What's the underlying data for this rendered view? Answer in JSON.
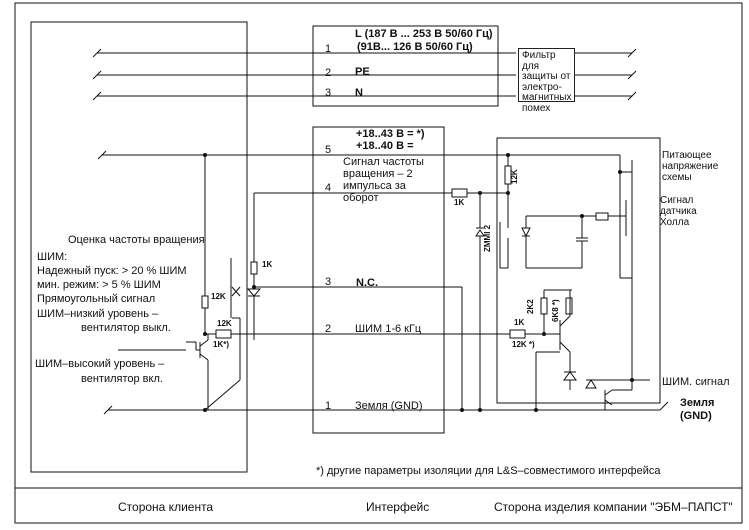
{
  "supply": {
    "line1": "L (187 В ... 253 В  50/60 Гц)",
    "line2": "(91В... 126 В  50/60 Гц)",
    "pe": "PE",
    "n": "N",
    "filter": "Фильтр для защиты от электро-магнитных помех"
  },
  "interface": {
    "pins": [
      "1",
      "2",
      "3",
      "5",
      "4",
      "3",
      "2",
      "1"
    ],
    "voltage1": "+18..43 В =  *)",
    "voltage2": "+18..40 В =",
    "speed_signal": "Сигнал частоты вращения – 2 импульса за оборот",
    "nc": "N.C.",
    "pwm": "ШИМ 1-6 кГц",
    "ground": "Земля (GND)"
  },
  "client": {
    "speed_eval": "Оценка частоты вращения",
    "pwm_title": "ШИМ:",
    "reliable_start": "Надежный пуск: > 20 % ШИМ",
    "min_mode": "мин. режим: > 5 % ШИМ",
    "rect_signal": "Прямоугольный сигнал",
    "pwm_low": "ШИМ–низкий уровень   –",
    "fan_off": "вентилятор выкл.",
    "pwm_high": "ШИМ–высокий уровень –",
    "fan_on": "вентилятор вкл."
  },
  "product": {
    "supply_voltage": "Питающее напряжение схемы",
    "hall_signal": "Сигнал датчика Холла",
    "pwm_signal": "ШИМ. сигнал",
    "ground": "Земля (GND)"
  },
  "components": {
    "r_1k_a": "1K",
    "r_12k_a": "12K",
    "r_12k_b": "12K",
    "r_1k_star": "1K*)",
    "r_1k_b": "1K",
    "r_12k_c": "12K",
    "zener": "ZMMI 2",
    "r_1k_c": "1K",
    "r_12k_star": "12K *)",
    "r_2k2": "2K2",
    "r_6k8": "6K8 *)"
  },
  "footnote": "*) другие параметры изоляции для L&S–совместимого интерфейса",
  "footer": {
    "client_side": "Сторона клиента",
    "interface": "Интерфейс",
    "product_side": "Сторона изделия компании \"ЭБМ–ПАПСТ\""
  }
}
